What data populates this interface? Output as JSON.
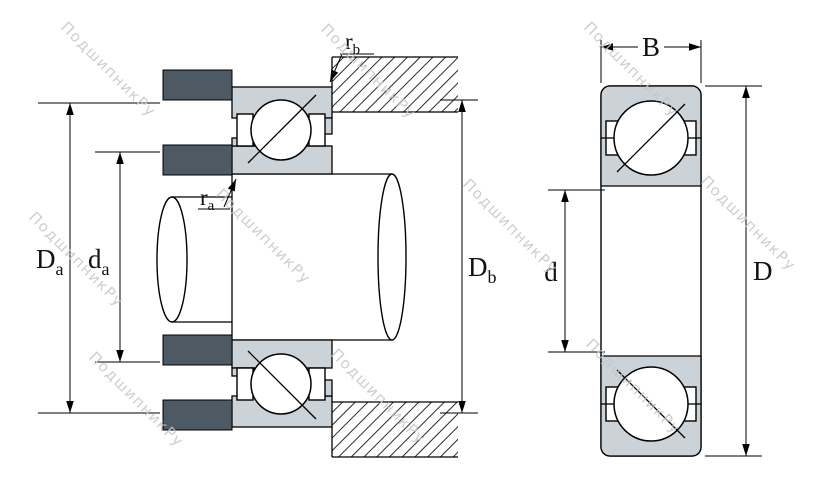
{
  "diagram": {
    "watermark_text": "ПодшипникРу",
    "left_view": {
      "labels": {
        "r_b": {
          "base": "r",
          "sub": "b"
        },
        "r_a": {
          "base": "r",
          "sub": "a"
        },
        "D_a": {
          "base": "D",
          "sub": "a"
        },
        "d_a": {
          "base": "d",
          "sub": "a"
        },
        "D_b": {
          "base": "D",
          "sub": "b"
        }
      }
    },
    "right_view": {
      "labels": {
        "B": {
          "base": "B",
          "sub": ""
        },
        "d": {
          "base": "d",
          "sub": ""
        },
        "D": {
          "base": "D",
          "sub": ""
        }
      }
    },
    "colors": {
      "ring_fill": "#ccd3d8",
      "shoulder_fill": "#4d5a64",
      "outline": "#000000",
      "watermark": "#c6c6c6",
      "background": "#ffffff"
    }
  }
}
